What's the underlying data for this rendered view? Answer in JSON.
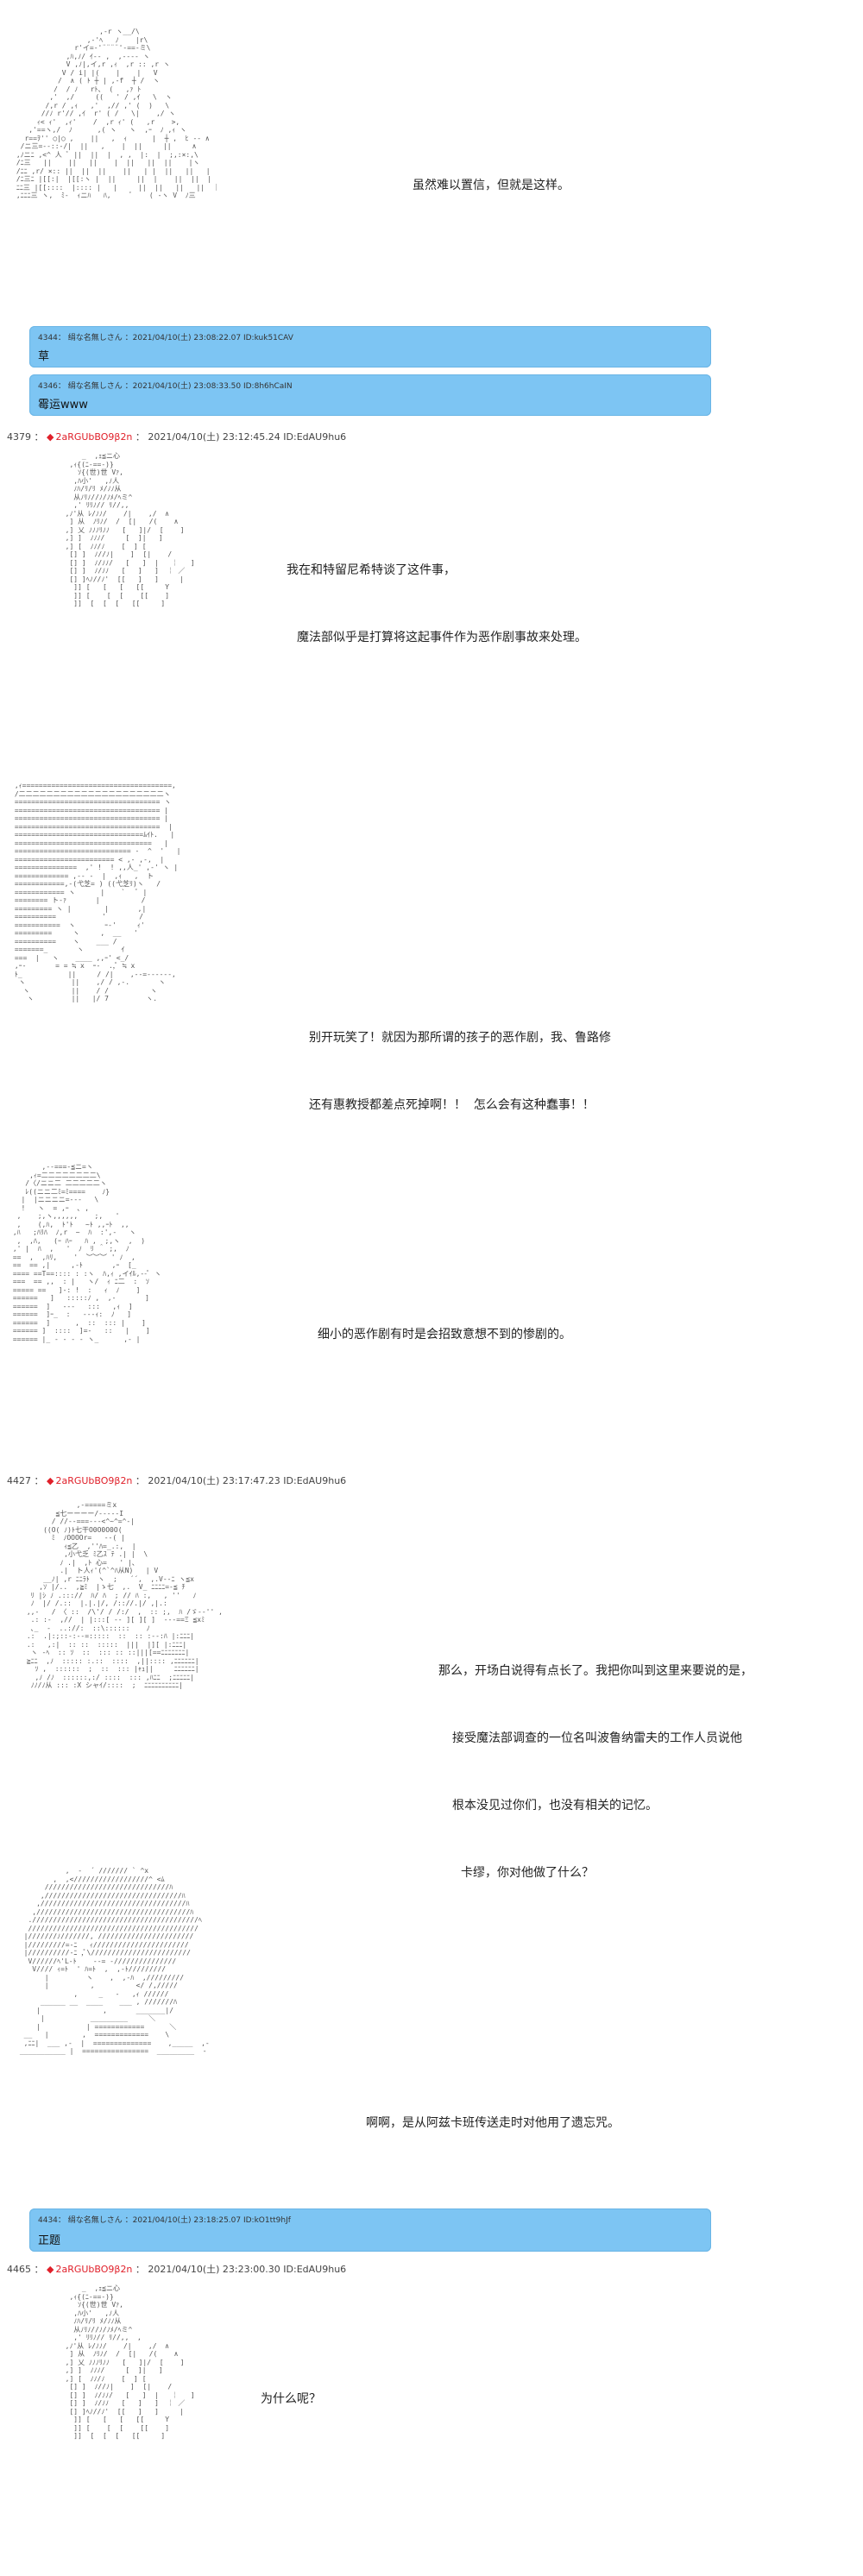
{
  "scenes": [
    {
      "caption_lines": [
        "虽然难以置信，但就是这样。"
      ]
    },
    {
      "caption_lines": [
        "我在和特留尼希特谈了这件事，",
        "魔法部似乎是打算将这起事件作为恶作剧事故来处理。"
      ]
    },
    {
      "caption_lines": [
        "别开玩笑了！就因为那所谓的孩子的恶作剧，我、鲁路修",
        "还有惠教授都差点死掉啊！！  怎么会有这种蠢事！！"
      ]
    },
    {
      "caption_lines": [
        "细小的恶作剧有时是会招致意想不到的惨剧的。"
      ]
    },
    {
      "caption_lines": [
        "那么，开场白说得有点长了。我把你叫到这里来要说的是，",
        "接受魔法部调查的一位名叫波鲁纳雷夫的工作人员说他",
        "根本没见过你们，也没有相关的记忆。",
        "卡缪，你对他做了什么？"
      ]
    },
    {
      "caption_lines": [
        "啊啊，是从阿兹卡班传送走时对他用了遗忘咒。"
      ]
    },
    {
      "caption_lines": [
        "为什么呢？"
      ]
    }
  ],
  "replies": [
    {
      "meta": "4344：  绢な名無しさん  ：2021/04/10(土) 23:08:22.07  ID:kuk51CAV",
      "text": "草"
    },
    {
      "meta": "4346：  绢な名無しさん  ：2021/04/10(土) 23:08:33.50  ID:8h6hCaIN",
      "text": "霉运www"
    },
    {
      "meta": "4434：  绢な名無しさん  ：2021/04/10(土) 23:18:25.07  ID:kO1tt9hJf",
      "text": "正题"
    }
  ],
  "posts": [
    {
      "num": "4379",
      "tripcode": "2aRGUbBO9β2n",
      "datetime": "2021/04/10(土) 23:12:45.24 ID:EdAU9hu6"
    },
    {
      "num": "4427",
      "tripcode": "2aRGUbBO9β2n",
      "datetime": "2021/04/10(土) 23:17:47.23 ID:EdAU9hu6"
    },
    {
      "num": "4465",
      "tripcode": "2aRGUbBO9β2n",
      "datetime": "2021/04/10(土) 23:23:00.30 ID:EdAU9hu6"
    }
  ],
  "ascii_art": {
    "a1": "                     ,-r ヽ__/\\\n                  ,-'ﾍ   ﾉ    |r\\\n               r'イ=-'¨¨¨¨'-==-ミ\\\n             ,ﾊ,ﾉ/ ｲ-- ,  ,---- ヽ\n             V ,ﾉ|,イ,r ,ｨ  ,r :: ,r ヽ\n            V / i| |(    |    |   V\n           /  ∧ ( ﾄ ┼ | ,-f  ┼ /  ヽ\n          /  / ﾉ   rﾄ、 (   ,ｧ ﾄ\n         ,'  ,/     ((   ' / ,ｲ   \\  ヽ\n        /,r / ,ｨ   ,'  ,// ,' (  )   \\\n       //ﾉ r'// ,ｲ  r' ( /   \\|    ,/ ヽ\n      ｨ< ｨ'  ,ｨ'    /  ,r ｨ' (   ,r    >,\n    ,'==ヽ,/  ﾉ      ,( ヽ   ヽ  ,ｰ  ﾉ ,ｨ ヽ\n   r==ｦ'' ○|○ ,    ||   ,  ｨ      |  ┼ ,  ﾋ -- ∧\n  /ニ三=--::-/|  ||   ,    |  ||     ||     ∧\n ,ﾉニﾆ ,<^ 人 ﾞ ||  ||  |  , ,  |:  |  ;,:×:,\\\n /ﾆ三   ||    ||   ||    |  ||   ||  ||    |ヽ\n /ﾆﾆ ,r/ ×:: ||  ||  ||    ||   | |  ||   ||   |\n /ﾆ三ﾆ |[[:|  |[[:ヽ |  ||     ||  |    ||  ||  |\n ﾆﾆ三 |[[::::  |:::: |   |     ||  ||   ||   ||  ｜\n ,ﾆﾆﾆ三 ヽ,  ﾐ-  ｨニﾊ   ﾊ,     ﾞ    ( -ヽ V  ﾉ三",
    "a2": "      _  ,ｪ≦ニ心\n   ,ｨ{(ﾆ-==-)}\n     ｿ{(世)世 Vｧ,\n    ,ﾊ小'   ,ﾉ人\n    ﾉﾊ/ﾘ/ﾘ ﾒ/ﾉﾉ从\n    从ﾉﾘﾉ//ﾉ/ﾉﾒ/ﾍミ^\n    ,' ﾘﾘﾉ// ﾘ//,,\n  ,ﾉ'从 ﾚ/ﾉﾉ/    /|    ,/  ∧\n   ] 从  ﾉﾘﾉ/  /  [|   /(    ∧\n  ,] 乂 ﾉﾉﾉﾘﾉﾉ   [   ]|/  [    ]\n  ,] ]  ﾉﾉﾉ/     [  ]|   ]\n  ,] [  ﾉﾉ/ﾉ    [  ] [\n   [] ]  ﾉ//ﾉ|    ]  [|    /\n   [] ]  ﾉ/ﾉﾉ/   [   ]  |   ￤   ]\n   [] ]  ﾉ/ﾉﾉ   [   ]   ]  ￤ ／\n   [] ]ﾍﾉ//ﾉ'  [[   ]   ]     |\n    ]] [   [   [   [[     Y\n    ]] [    [  [    [[    ]\n    ]]  [  [  [   [[     ]",
    "a3": " ,ｨ====================================,\n /二二二二二二二二二二二二二二二二二二二二二ヽ\n =================================== ヽ\n =================================== |\n =================================== |\n ===================================  |\n ===============================ﾑｲﾄ.   |\n =================================   |\n ============================ -  ^  '   |\n ======================== < ,- ,-,  |\n ===============  ,' !  ! ,,人_' ,-' ヽ |\n ============= ,-- -  |  ,ｨ   ,  ト\n ============,-(弋芝= ) ((弋芝ﾘ)ヽ   /\n ============ ヽ      |    `   ﾞ |\n ======== ト-ｧ       |          /\n ========= ヽ |        |       ,|\n ==========           '        /\n ===========  ヽ       ｰ-'     ｨ'\n =========     ヽ     ,  __   '\n ==========    ヽ    ___ /\n =======_       ヽ         ｲ\n ===  |   ヽ    ____ ,,ｰ' <_/\n ,ｰ-       = = ≒ x  ｰ-  .,ﾟ ≒ x\n ﾄ_           ||     / /|    ,--=------,\n  ヽ           ||    ,/ / ,-.       ヽ\n   ヽ          ||    / /          ヽ\n    ヽ         ||   |/ 7         ヽ.",
    "a4": "        ,--===-≦ニ=ヽ\n     ,ｨ=二二二二二二二二\\\n    /〈/ニニ二 二二二二二ヽ\n    ﾚ((ニニ二ﾐ=ﾐ====    ﾉ}\n   |  |ニニニニ=---   \\\n   !   ヽ  = ,ｰ  ､ ,\n  ,    ;,ヽ,,,,,,    ;,   '\n  ,    (,ﾊ,  ﾄ'ﾄ   ~ﾄ ,,ｰﾄ  ,,\n ,ﾊ   ;ﾊﾘﾊ  ﾉ,r  ~  ﾊ  :',-   ヽ\n  ,  ,ﾊ,   (ｰ ﾊｰ   ﾊ ,  ;,ヽ  ,  )\n ,' |  ﾊ  ,   '  ﾉ  ﾘ ＾ ;,  ﾉ\n ==  ,  ,ﾊﾘ,    '  ︶︶︶ ' ﾉ  ,\n ==  == ,|     ,-ﾄ       ,ｰ  [_\n ==== ==T==:::: : :ヽ  ﾊ,ｨ ,イｲﾙ,--ﾟ ヽ\n ===  == ,,  : |   ヽ/  ｨ ﾆ二  :  ｿ\n ===== ==   ]-: !  :   ｨ  ﾉ    ]\n ======   ]   :::::ﾉ ,  ,-       ]\n ======  ]   ---   :::   ,ｨ  ]\n ======  ]ｰ_  :   ---ｨ:  ﾉ   ]\n ======  ]      ,  ::  ::: |    ]\n ====== ]  ::::  ]=-   ::   |    ]\n ====== |_ - - - - ヽ_      ,- |",
    "a5": "             ,-=====ミx\n        ≦七ーーーー/-----I\n       / //--===---<^~^=^-|\n     ((O( ﾉ)ﾄ七干O0O0O0O(\n       ﾐ  ﾉOOOOr=   --( |\n          ｨ≦乙  ,''ﾊ=_.:,  |\n          ,小弋乏 ﾐ乙ｽ ﾃ .| |  \\\n         ﾉ .|  ,ﾄ 心=   ' |、\n         .|  ト人ｨ'(^`^ﾊ从N)   | V\n     __ﾉ| ,r ﾆﾆﾗﾄ  ヽ  ;   ´´,  ,.V--ﾆ ヽ≦x\n    ,ｿ |/..  ,≧ﾐ  |ゝ七  ,.  V_ ﾆﾆﾆﾆ=-≦ ﾁ\n  ﾘ |ｼ ﾉ .::://  ﾊ/ ﾊ  ; // ﾊ :,   , ''   ﾉ\n  ﾉ  |/ /.::  |.|.|/, /:://.|/ ,|.:\n ,,-   / 〈 ::  /\\'/ / /:/  ,  :: ;,  ﾊ /ゞ--'' ,\n  .: :-  ,//  | |:::[ -- ][ ][ ]  ---==Ξ ≦xﾐ\n  ､_  -  ..://:  ::\\::::::    ﾉ\n .:  .|:;::-:--=:::::  ::  :: :--:ﾊ |:ﾆﾆﾆ|\n .:   ,:|  :: ::  :::::  |||  |][ |:ﾆﾆﾆ|\n  ヽ -ﾍ  :: ｿ  ::  ::: :: ::|||[==ﾆﾆﾆﾆﾆﾆﾆ|\n ≧ﾆﾆ  ,ﾉ  ::::: :.::  ::::  ,||:::: ,ﾆﾆﾆﾆﾆﾆ|\n   ｿ ,  ::::::  ;  ::  ::: |ｬｭ||     ﾆﾆﾆﾆﾆﾆ|\n   ,ﾉ /ﾉ  ::::::,:/ ::::  ::: ,ﾊﾆﾆ  ;ﾆﾆﾆﾆﾆ|\n  ﾉﾉ/ﾉ从 ::: :X シャｲ/::::  ;  ﾆﾆﾆﾆﾆﾆﾆﾆﾆﾆ|",
    "a6": "            ,  -  ´ /////// ` ^x\n         ,  ,<//////////////////^ <ﾑ\n       //////////////////////////////ﾊ\n      ,/////////////////////////////////ﾊ\n     ,///////////////////////////////////ﾊ\n    ,/////////////////////////////////////ﾊ\n   .////////////////////////////////////////ﾍ\n   /////////////////////////////////////////\n  |///////ﾉ///////, ///////////////////////\n  |/////////=-ﾆ   ｨ///////////////////////\n  |//////////-ﾆ ,ﾟ\\////////////////////////\n   V//////ﾍ'L-ﾄ    --= -///////////////\n    V//// ｨ=ﾄ  ' ﾊ=ﾄ  ,  ,-ﾄ/////////\n       |         ヽ    ,  ,-ﾊ  ,/////////\n       |          ,          </ /,/////\n              ,     _   -   ,ｨ //////\n      ______ __  ____    ___ , ///////ﾊ\n     |               ,       _______|/\n      |           _________     ＼\n     |           | ============      ＼\n  __   |        ,  =============    \\\n  ,ﾆﾆ|  ___ ,-  |  ==============    ,_____  ,- \n ___________ |  ================  _________  -",
    "a7": "      _  ,ｪ≦ニ心\n   ,ｨ{(ﾆ-==-)}\n     ｿ{(世)世 Vｧ,\n    ,ﾊ小'   ,ﾉ人\n    ﾉﾊ/ﾘ/ﾘ ﾒ/ﾉﾉ从\n    从ﾉﾘﾉ//ﾉ/ﾉﾒ/ﾍミ^\n    ,' ﾘﾘﾉ// ﾘ//,,  ,\n  ,ﾉ'从 ﾚ/ﾉﾉ/    /|    ,/  ∧\n   ] 从  ﾉﾘﾉ/  /  [|   /(    ∧\n  ,] 乂 ﾉﾉﾉﾘﾉﾉ   [   ]|/  [    ]\n  ,] ]  ﾉﾉﾉ/     [  ]|   ]\n  ,] [  ﾉﾉ/ﾉ    [  ] [\n   [] ]  ﾉ//ﾉ|    ]  [|    /\n   [] ]  ﾉ/ﾉﾉ/   [   ]  |   ￤   ]\n   [] ]  ﾉ/ﾉﾉ   [   ]   ]  ￤ ／\n   [] ]ﾍﾉ//ﾉ'  [[   ]   ]     |\n    ]] [   [   [   [[     Y\n    ]] [    [  [    [[    ]\n    ]]  [  [  [   [[     ]"
  },
  "colors": {
    "reply_bg": "#7dc5f3",
    "tripcode": "#e0202a",
    "poster_name": "#2a8a2a"
  }
}
